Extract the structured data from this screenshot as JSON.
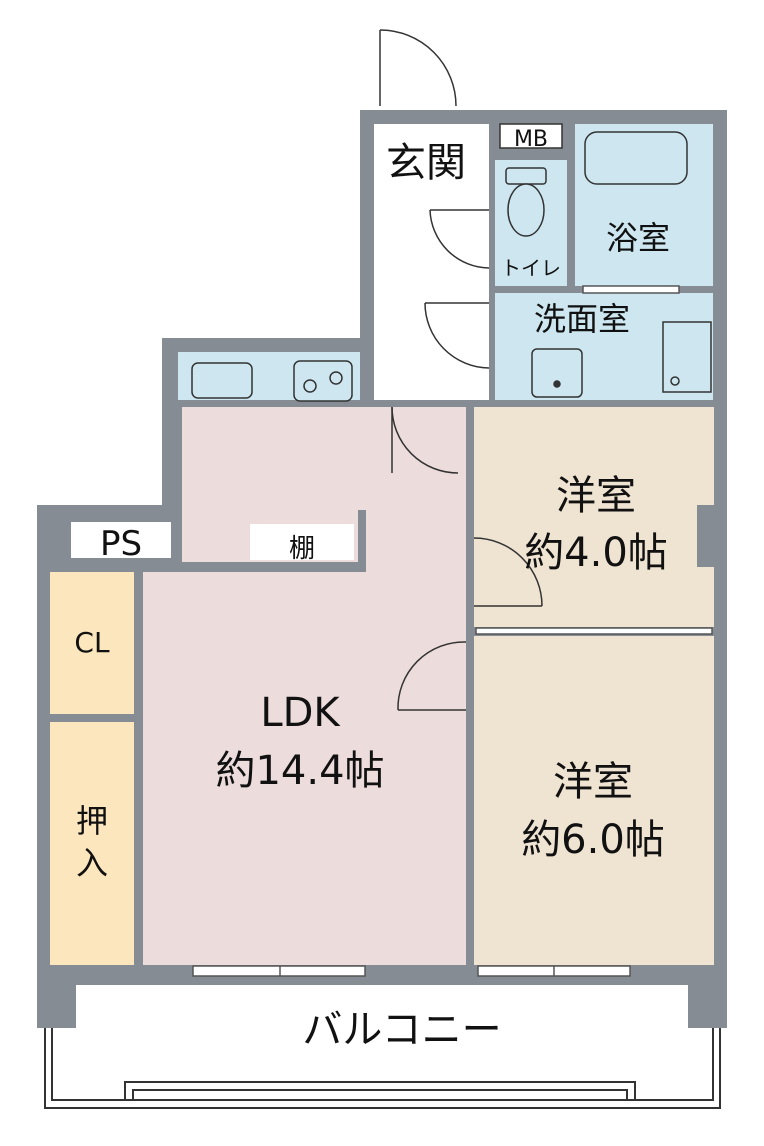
{
  "rooms": {
    "entrance": "玄関",
    "mb": "MB",
    "toilet": "トイレ",
    "bath": "浴室",
    "washroom": "洗面室",
    "ps": "PS",
    "shelf": "棚",
    "closet": "CL",
    "oshiire_1": "押",
    "oshiire_2": "入",
    "ldk_name": "LDK",
    "ldk_size": "約14.4帖",
    "western_small_name": "洋室",
    "western_small_size": "約4.0帖",
    "western_large_name": "洋室",
    "western_large_size": "約6.0帖",
    "balcony": "バルコニー"
  },
  "colors": {
    "wall": "#868c93",
    "ldk": "#ecdcdc",
    "western_room": "#efe3d2",
    "wet_area": "#cde6f0",
    "storage": "#fbe6bd",
    "white": "#ffffff"
  }
}
